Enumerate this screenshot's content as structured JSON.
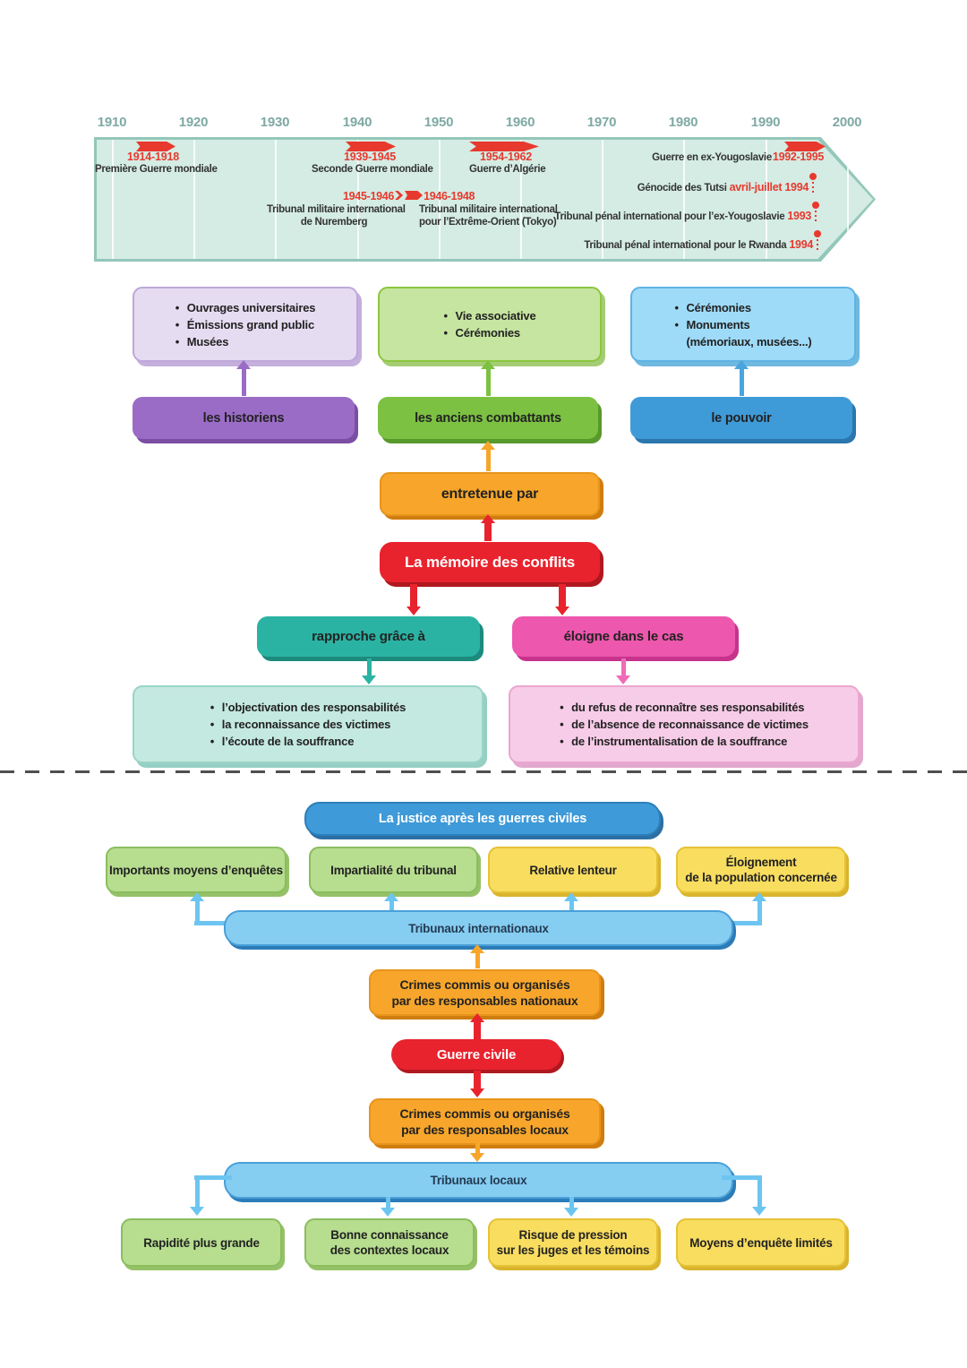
{
  "colors": {
    "red": "#e8232e",
    "orange": "#f7a62b",
    "purple": "#9b6cc6",
    "green": "#7cc142",
    "blue": "#3f9bd8",
    "teal": "#2ab3a3",
    "magenta": "#ee57ae",
    "light_blue_bar": "#86cdf2",
    "yellow": "#f8dd5f",
    "timeline_band": "#d4ece4"
  },
  "timeline": {
    "years": [
      "1910",
      "1920",
      "1930",
      "1940",
      "1950",
      "1960",
      "1970",
      "1980",
      "1990",
      "2000"
    ],
    "ww1": {
      "dates": "1914-1918",
      "label": "Première Guerre mondiale"
    },
    "ww2": {
      "dates": "1939-1945",
      "label": "Seconde Guerre mondiale"
    },
    "algeria": {
      "dates": "1954-1962",
      "label": "Guerre d’Algérie"
    },
    "nuremberg": {
      "dates": "1945-1946",
      "line1": "Tribunal militaire international",
      "line2": "de Nuremberg"
    },
    "tokyo": {
      "dates": "1946-1948",
      "line1": "Tribunal militaire international",
      "line2": "pour l’Extrême-Orient (Tokyo)"
    },
    "yugoslavia_war": {
      "label": "Guerre en ex-Yougoslavie",
      "dates": "1992-1995"
    },
    "tutsi": {
      "label": "Génocide des Tutsi",
      "dates": "avril-juillet 1994"
    },
    "icty": {
      "label": "Tribunal pénal international pour l’ex-Yougoslavie",
      "dates": "1993"
    },
    "ictr": {
      "label": "Tribunal pénal international pour le Rwanda",
      "dates": "1994"
    }
  },
  "memory": {
    "historians": {
      "label": "les historiens",
      "items": [
        "Ouvrages universitaires",
        "Émissions grand public",
        "Musées"
      ]
    },
    "veterans": {
      "label": "les anciens combattants",
      "items": [
        "Vie associative",
        "Cérémonies"
      ]
    },
    "power": {
      "label": "le pouvoir",
      "items": [
        "Cérémonies",
        "Monuments\n(mémoriaux, musées...)"
      ]
    },
    "maintained_by": "entretenue par",
    "title": "La mémoire des conflits",
    "reconcile": {
      "label": "rapproche grâce à",
      "items": [
        "l’objectivation des responsabilités",
        "la reconnaissance des victimes",
        "l’écoute de la souffrance"
      ]
    },
    "divide": {
      "label": "éloigne dans le cas",
      "items": [
        "du refus de reconnaître ses responsabilités",
        "de l’absence de reconnaissance de victimes",
        "de l’instrumentalisation de la souffrance"
      ]
    }
  },
  "justice": {
    "title": "La justice après les guerres civiles",
    "intl_bar": "Tribunaux internationaux",
    "intl_traits": [
      "Importants moyens d’enquêtes",
      "Impartialité du tribunal",
      "Relative lenteur",
      "Éloignement\nde la population concernée"
    ],
    "crimes_national": "Crimes commis ou organisés\npar des responsables nationaux",
    "civil_war": "Guerre civile",
    "crimes_local": "Crimes commis ou organisés\npar des responsables locaux",
    "local_bar": "Tribunaux locaux",
    "local_traits": [
      "Rapidité plus grande",
      "Bonne connaissance\ndes contextes locaux",
      "Risque de pression\nsur les juges et les témoins",
      "Moyens d’enquête limités"
    ]
  }
}
